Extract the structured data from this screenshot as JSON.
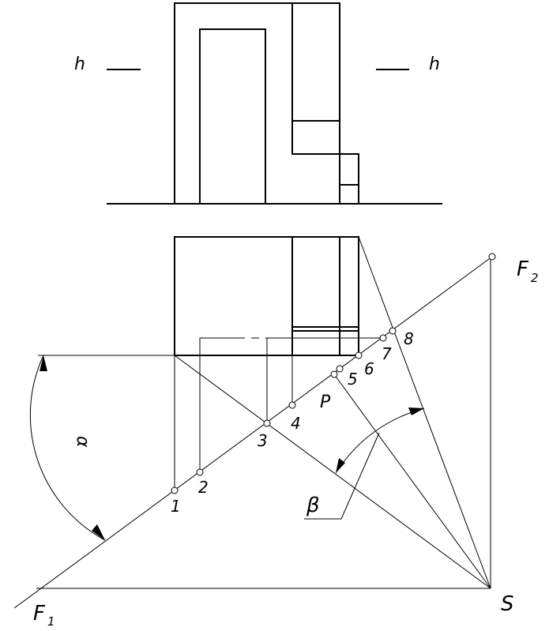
{
  "labels": {
    "h_left": "h",
    "h_right": "h",
    "F1_main": "F",
    "F1_sub": "1",
    "F2_main": "F",
    "F2_sub": "2",
    "S": "S",
    "P": "P",
    "alpha": "α",
    "beta": "β"
  },
  "points": [
    "1",
    "2",
    "3",
    "4",
    "5",
    "6",
    "7",
    "8"
  ]
}
